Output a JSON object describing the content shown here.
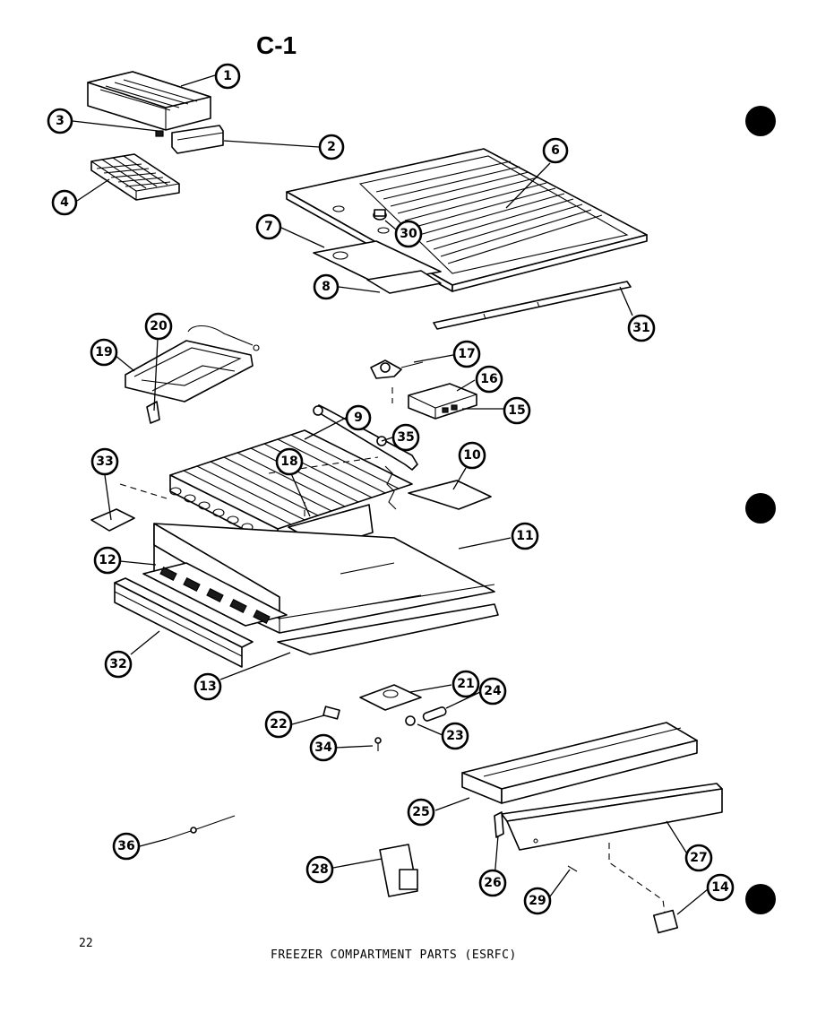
{
  "diagram": {
    "title": "C-1",
    "page_number": "22",
    "caption": "FREEZER COMPARTMENT PARTS (ESRFC)"
  },
  "callouts": [
    "1",
    "2",
    "3",
    "4",
    "6",
    "7",
    "8",
    "30",
    "31",
    "19",
    "20",
    "17",
    "16",
    "15",
    "9",
    "35",
    "33",
    "18",
    "10",
    "11",
    "12",
    "32",
    "13",
    "21",
    "24",
    "22",
    "23",
    "34",
    "25",
    "27",
    "26",
    "29",
    "36",
    "28",
    "14"
  ]
}
